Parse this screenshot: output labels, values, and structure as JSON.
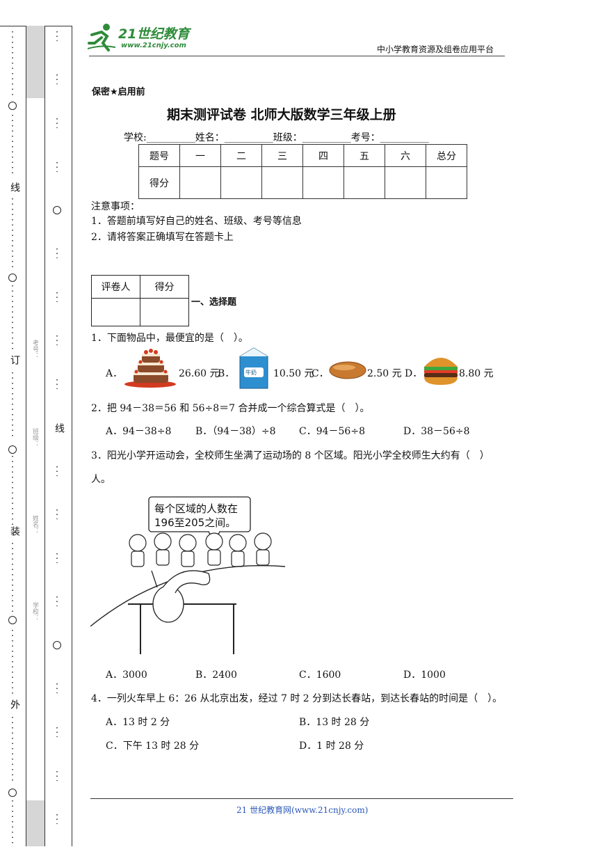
{
  "header": {
    "logo_number": "21世纪教育",
    "logo_url": "www.21cnjy.com",
    "platform": "中小学教育资源及组卷应用平台"
  },
  "binding": {
    "outer_chars": [
      "线",
      "订",
      "装",
      "外"
    ],
    "inner_chars": [
      "线"
    ],
    "student_labels": [
      "考号：",
      "班级：",
      "姓名：",
      "学校："
    ]
  },
  "doc": {
    "secret": "保密★启用前",
    "title": "期末测评试卷 北师大版数学三年级上册",
    "info_line": "学校:__________姓名：__________班级：__________考号：__________",
    "score_table": {
      "header": [
        "题号",
        "一",
        "二",
        "三",
        "四",
        "五",
        "六",
        "总分"
      ],
      "row_label": "得分"
    },
    "notice_title": "注意事项：",
    "notice_items": [
      "1．答题前填写好自己的姓名、班级、考号等信息",
      "2．请将答案正确填写在答题卡上"
    ],
    "grader": {
      "col1": "评卷人",
      "col2": "得分"
    },
    "section1": "一、选择题"
  },
  "questions": [
    {
      "stem": "1．下面物品中，最便宜的是（　）。",
      "options": [
        {
          "letter": "A．",
          "price": "26.60 元",
          "item": "cake-icon"
        },
        {
          "letter": "B．",
          "price": "10.50 元",
          "item": "milk-icon",
          "label": "牛奶"
        },
        {
          "letter": "C．",
          "price": "2.50 元",
          "item": "bread-icon"
        },
        {
          "letter": "D．",
          "price": "8.80 元",
          "item": "burger-icon"
        }
      ]
    },
    {
      "stem": "2．把 94－38＝56 和 56÷8＝7 合并成一个综合算式是（　）。",
      "options": [
        "A．94－38÷8",
        "B．（94－38）÷8",
        "C．94－56÷8",
        "D．38－56÷8"
      ]
    },
    {
      "stem_line1": "3．阳光小学开运动会，全校师生坐满了运动场的 8 个区域。阳光小学全校师生大约有（　）",
      "stem_line2": "人。",
      "speech_line1": "每个区域的人数在",
      "speech_line2": "196至205之间。",
      "options": [
        "A．3000",
        "B．2400",
        "C．1600",
        "D．1000"
      ]
    },
    {
      "stem": "4．一列火车早上 6：26 从北京出发，经过 7 时 2 分到达长春站，到达长春站的时间是（　）。",
      "options": [
        "A．13 时 2 分",
        "B．13 时 28 分",
        "C．下午 13 时 28 分",
        "D．1 时 28 分"
      ]
    }
  ],
  "footer": "21 世纪教育网(www.21cnjy.com)"
}
